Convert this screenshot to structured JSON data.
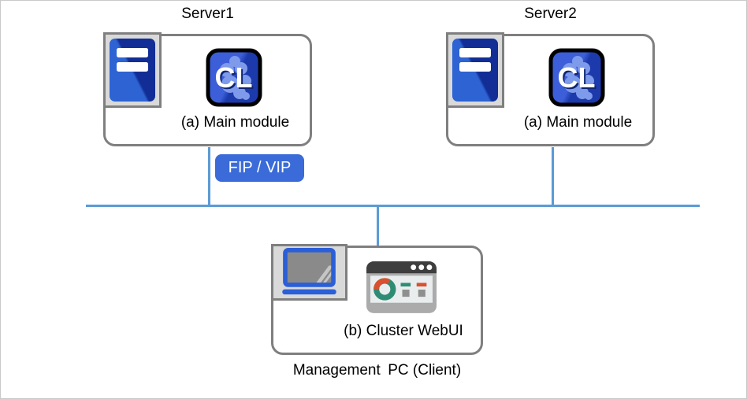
{
  "diagram": {
    "servers": [
      {
        "name": "Server1",
        "module_label": "(a) Main module"
      },
      {
        "name": "Server2",
        "module_label": "(a) Main module"
      }
    ],
    "network": {
      "badge_label": "FIP / VIP"
    },
    "management": {
      "module_label": "(b) Cluster WebUI",
      "caption": "Management PC (Client)"
    },
    "icons": [
      "server-tower-icon",
      "cl-logo-icon",
      "cl-logo-text",
      "laptop-icon",
      "webui-browser-icon"
    ],
    "cl_logo_text": "CL",
    "colors": {
      "network_line": "#5b9bd5",
      "badge_blue": "#3a6bd8",
      "box_border": "#7f7f7f",
      "icon_frame_fill": "#d9d9d9",
      "server_blue_light": "#2d63d2",
      "server_blue_dark": "#122e96",
      "cl_blue_light": "#3c5ed8",
      "cl_blue_dark": "#1c3aac",
      "cl_splat": "#7e9aea",
      "laptop_blue": "#2b5fd7",
      "browser_body": "#ababab",
      "browser_header": "#3e3e3e",
      "donut_teal": "#2f8c74",
      "donut_red": "#d8502f"
    }
  }
}
